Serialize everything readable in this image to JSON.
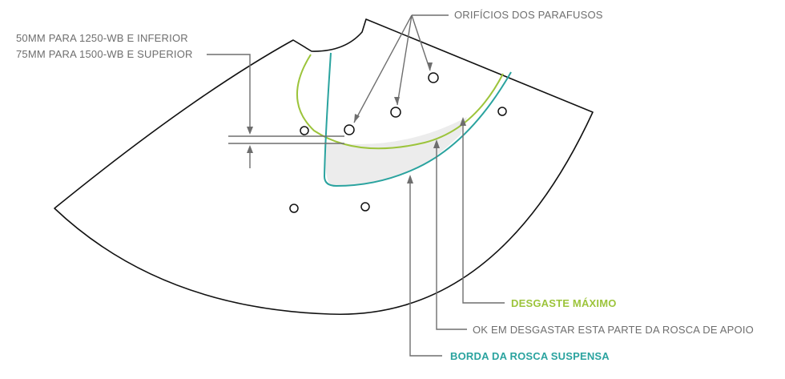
{
  "labels": {
    "screw_holes": "ORIFÍCIOS DOS PARAFUSOS",
    "dimension_line1": "50MM PARA 1250-WB E INFERIOR",
    "dimension_line2": "75MM PARA 1500-WB E SUPERIOR",
    "max_wear": "DESGASTE MÁXIMO",
    "ok_wear": "OK EM DESGASTAR ESTA PARTE DA ROSCA DE APOIO",
    "flight_edge": "BORDA DA ROSCA SUSPENSA"
  },
  "colors": {
    "outline": "#111111",
    "leader": "#6e6e6e",
    "max_wear": "#9cc43b",
    "flight_edge": "#2aa39f",
    "wear_fill": "#ececec"
  }
}
